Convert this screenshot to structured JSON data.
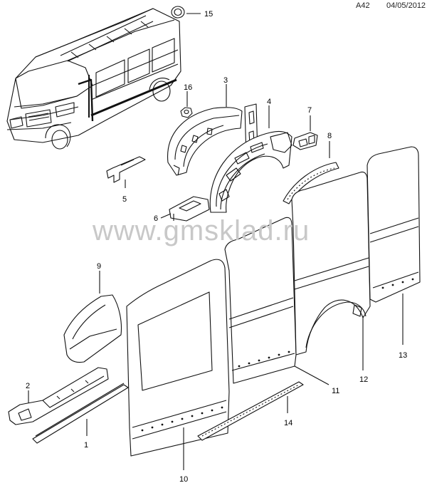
{
  "header": {
    "page_code": "A42",
    "date": "04/05/2012"
  },
  "watermark": "www.gmsklad.ru",
  "callouts": [
    "1",
    "2",
    "3",
    "4",
    "5",
    "6",
    "7",
    "8",
    "9",
    "10",
    "11",
    "12",
    "13",
    "14",
    "15",
    "16"
  ],
  "colors": {
    "line": "#111111",
    "fill": "#ffffff",
    "watermark": "#c8c8c8",
    "shade": "#e6e6e6"
  }
}
